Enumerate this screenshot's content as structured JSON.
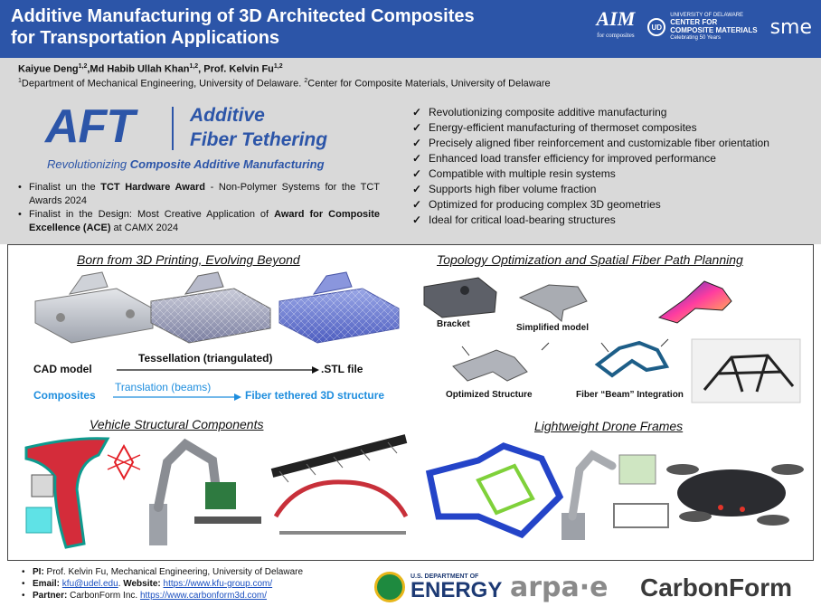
{
  "header": {
    "title_line1": "Additive Manufacturing of 3D Architected Composites",
    "title_line2": "for Transportation Applications",
    "logo_aim": "AIM",
    "logo_aim_sub": "for composites",
    "logo_ud_line1": "UNIVERSITY OF DELAWARE",
    "logo_ud_line2": "CENTER FOR",
    "logo_ud_line3": "COMPOSITE MATERIALS",
    "logo_ud_line4": "Celebrating 50 Years",
    "logo_ud_mark": "UD",
    "logo_sme": "sme"
  },
  "authors": {
    "a1": "Kaiyue Deng",
    "a1_sup": "1,2",
    "a2": ",Md Habib Ullah Khan",
    "a2_sup": "1,2",
    "a3": ", Prof. Kelvin Fu",
    "a3_sup": "1,2",
    "aff1_sup": "1",
    "aff1": "Department of Mechanical Engineering, University of Delaware. ",
    "aff2_sup": "2",
    "aff2": "Center for Composite Materials, University of Delaware"
  },
  "aft": {
    "mark": "AFT",
    "name_line1": "Additive",
    "name_line2": "Fiber Tethering",
    "sub_prefix": "Revolutionizing ",
    "sub_bold": "Composite Additive Manufacturing"
  },
  "finalists": {
    "f1_pre": "Finalist un the ",
    "f1_bold": "TCT Hardware Award",
    "f1_post": " - Non-Polymer Systems for the TCT Awards 2024",
    "f2_pre": "Finalist in the Design: Most Creative Application of ",
    "f2_bold": "Award for Composite Excellence (ACE)",
    "f2_post": " at CAMX 2024"
  },
  "checks": [
    "Revolutionizing composite additive manufacturing",
    "Energy-efficient manufacturing of thermoset composites",
    "Precisely aligned fiber reinforcement and customizable fiber orientation",
    "Enhanced load transfer efficiency for improved performance",
    "Compatible with multiple resin systems",
    "Supports high fiber volume fraction",
    "Optimized for producing complex 3D geometries",
    "Ideal for critical load-bearing structures"
  ],
  "sections": {
    "s1": "Born from 3D Printing, Evolving Beyond",
    "s2": "Topology Optimization and Spatial Fiber Path Planning",
    "s3": "Vehicle Structural Components",
    "s4": "Lightweight Drone Frames"
  },
  "process": {
    "cad": "CAD model",
    "tess": "Tessellation (triangulated)",
    "stl": ".STL file",
    "composites": "Composites",
    "translation": "Translation (beams)",
    "fiber": "Fiber tethered 3D structure"
  },
  "topo": {
    "bracket": "Bracket",
    "simplified": "Simplified model",
    "optimized": "Optimized Structure",
    "beam": "Fiber “Beam” Integration"
  },
  "footer": {
    "pi_label": "PI:",
    "pi": " Prof. Kelvin Fu, Mechanical Engineering, University of Delaware",
    "email_label": "Email:",
    "email": "kfu@udel.edu",
    "website_label": "Website:",
    "website": "https://www.kfu-group.com/",
    "partner_label": "Partner:",
    "partner": " CarbonForm Inc. ",
    "partner_url": "https://www.carbonform3d.com/"
  },
  "logos": {
    "doe_small": "U.S. DEPARTMENT OF",
    "doe_big": "ENERGY",
    "arpa": "arpa·e",
    "carbonform": "CarbonForm"
  },
  "colors": {
    "header_blue": "#2c55a8",
    "band_gray": "#d9d9d9",
    "accent_blue": "#1f8ede"
  }
}
